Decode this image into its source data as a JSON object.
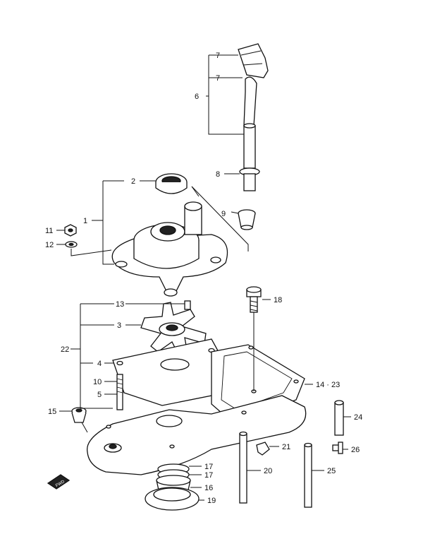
{
  "labels": {
    "l7a": "7",
    "l7b": "7",
    "l6": "6",
    "l8": "8",
    "l9": "9",
    "l2": "2",
    "l1": "1",
    "l11": "11",
    "l12": "12",
    "l13": "13",
    "l3": "3",
    "l22": "22",
    "l4": "4",
    "l10": "10",
    "l5": "5",
    "l18": "18",
    "l14_23": "14 · 23",
    "l15": "15",
    "l24": "24",
    "l21": "21",
    "l26": "26",
    "l20": "20",
    "l25": "25",
    "l17a": "17",
    "l17b": "17",
    "l16": "16",
    "l19": "19"
  },
  "fwd_badge": "FWD"
}
